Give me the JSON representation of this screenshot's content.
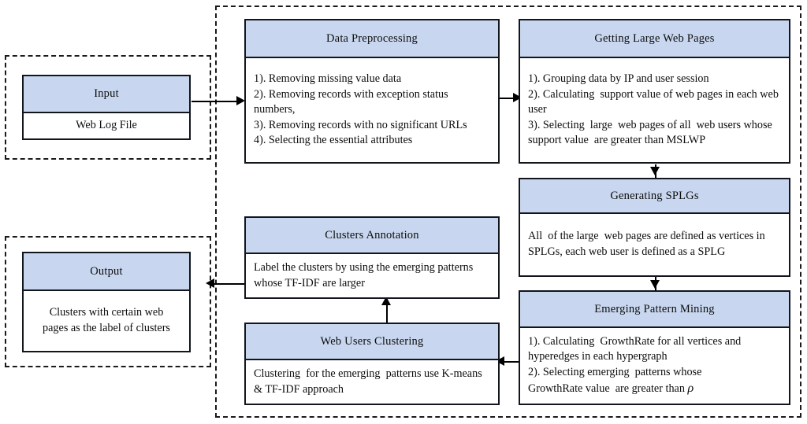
{
  "diagram": {
    "title": "Web usage mining framework flowchart",
    "accent_color": "#c8d7ef",
    "stroke_color": "#12161c",
    "groups": [
      {
        "name": "input-group"
      },
      {
        "name": "output-group"
      },
      {
        "name": "process-group"
      }
    ],
    "nodes": {
      "input": {
        "header": "Input",
        "body": [
          "Web Log File"
        ]
      },
      "output": {
        "header": "Output",
        "body": [
          "Clusters with certain web",
          "pages as the label of clusters"
        ]
      },
      "data_preprocessing": {
        "header": "Data Preprocessing",
        "body": [
          "1). Removing missing value data",
          "2). Removing records with exception status numbers,",
          "3). Removing records with no significant URLs",
          "4). Selecting the essential attributes"
        ]
      },
      "getting_large_web_pages": {
        "header": "Getting  Large Web Pages",
        "body": [
          "1). Grouping data by IP and user session",
          "2). Calculating  support value of web pages in each web user",
          "3). Selecting  large  web pages of all  web users whose support value  are greater than MSLWP"
        ]
      },
      "generating_splgs": {
        "header": "Generating  SPLGs",
        "body": [
          "All  of the large  web pages are defined as vertices in SPLGs, each web user is defined as a SPLG"
        ]
      },
      "emerging_pattern_mining": {
        "header": "Emerging  Pattern Mining",
        "body_lines": [
          "1). Calculating  GrowthRate for all vertices and hyperedges in each hypergraph",
          "2). Selecting emerging  patterns whose"
        ],
        "last_line_prefix": "GrowthRate value  are greater than ",
        "last_line_symbol": "ρ"
      },
      "web_users_clustering": {
        "header": "Web Users Clustering",
        "body": [
          "Clustering  for the emerging  patterns use K-means & TF-IDF approach"
        ]
      },
      "clusters_annotation": {
        "header": "Clusters Annotation",
        "body": [
          "Label the clusters by using the emerging patterns whose TF-IDF are larger"
        ]
      }
    },
    "edges": [
      {
        "name": "input-to-preprocessing",
        "from": "input",
        "to": "data_preprocessing",
        "direction": "right"
      },
      {
        "name": "preprocessing-to-large-web-pages",
        "from": "data_preprocessing",
        "to": "getting_large_web_pages",
        "direction": "right"
      },
      {
        "name": "large-web-pages-to-splgs",
        "from": "getting_large_web_pages",
        "to": "generating_splgs",
        "direction": "down"
      },
      {
        "name": "splgs-to-pattern-mining",
        "from": "generating_splgs",
        "to": "emerging_pattern_mining",
        "direction": "down"
      },
      {
        "name": "pattern-mining-to-clustering",
        "from": "emerging_pattern_mining",
        "to": "web_users_clustering",
        "direction": "left"
      },
      {
        "name": "clustering-to-annotation",
        "from": "web_users_clustering",
        "to": "clusters_annotation",
        "direction": "up"
      },
      {
        "name": "annotation-to-output",
        "from": "clusters_annotation",
        "to": "output",
        "direction": "left"
      }
    ]
  }
}
